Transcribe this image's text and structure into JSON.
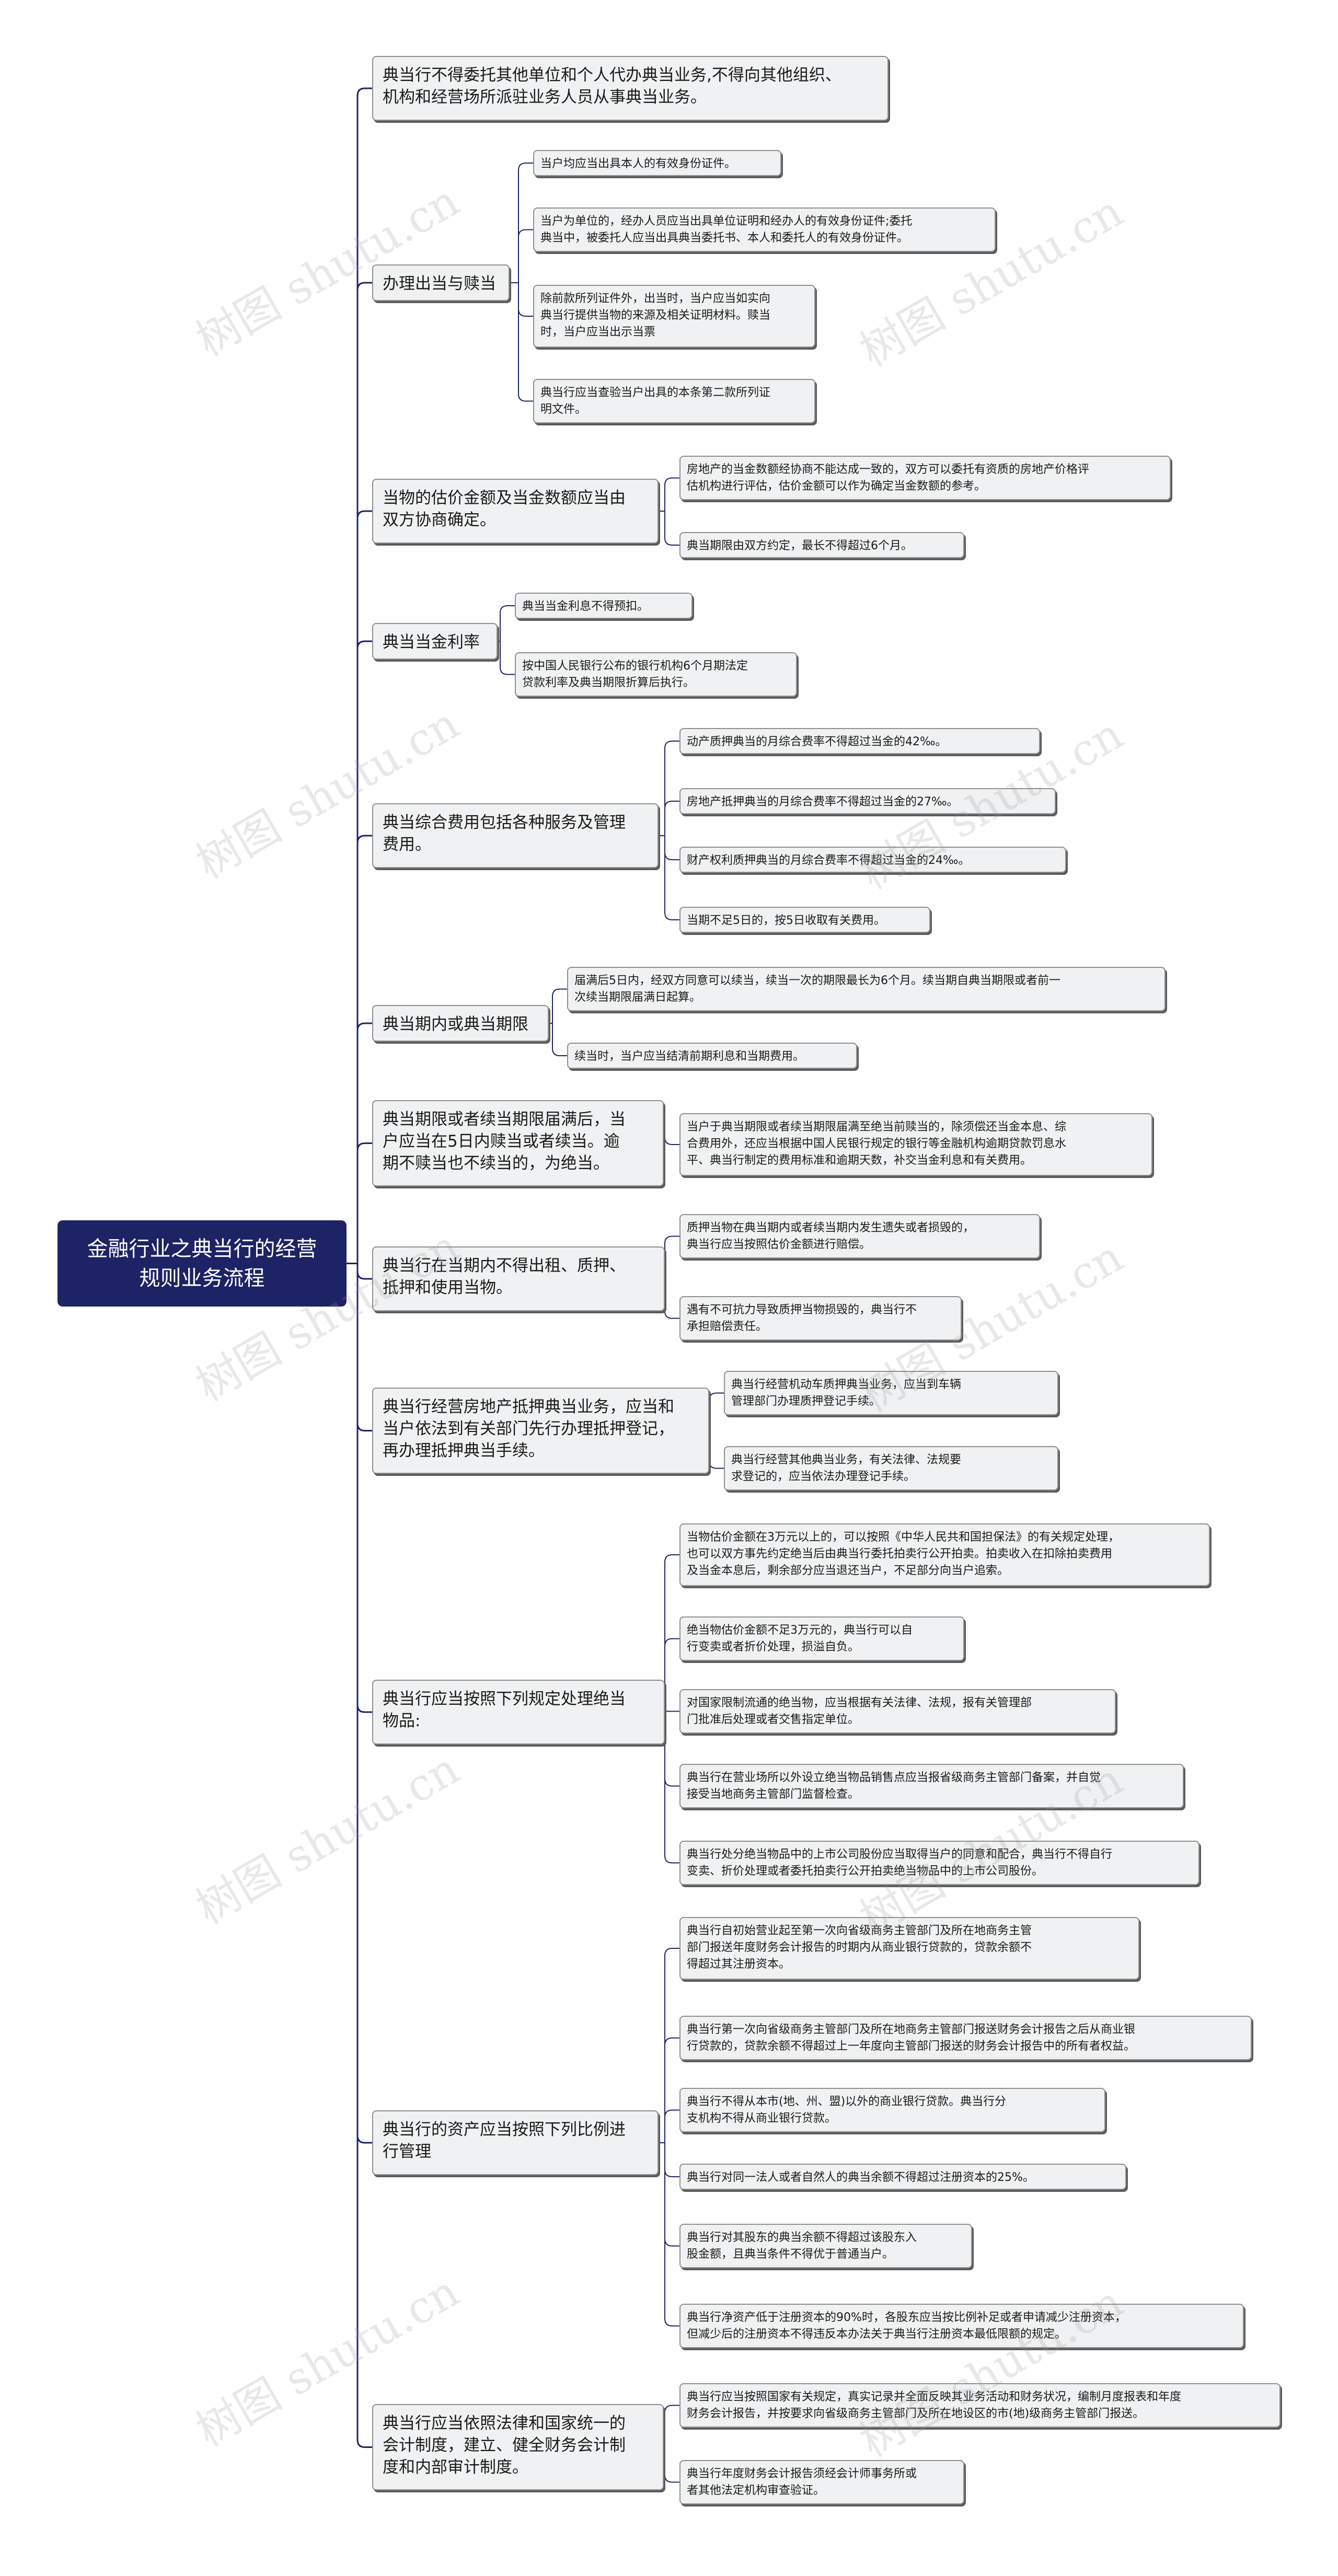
{
  "root": "金融行业之典当行的经营\n规则业务流程",
  "watermark": "树图 shutu.cn",
  "colors": {
    "root_bg": "#1d2364",
    "line": "#1d2364",
    "node_bg": "#f0f1f2"
  },
  "branches": [
    {
      "label": "典当行不得委托其他单位和个人代办典当业务,不得向其他组织、\n机构和经营场所派驻业务人员从事典当业务。",
      "children": []
    },
    {
      "label": "办理出当与赎当",
      "children": [
        "当户均应当出具本人的有效身份证件。",
        "当户为单位的，经办人员应当出具单位证明和经办人的有效身份证件;委托\n典当中，被委托人应当出具典当委托书、本人和委托人的有效身份证件。",
        "除前款所列证件外，出当时，当户应当如实向\n典当行提供当物的来源及相关证明材料。赎当\n时，当户应当出示当票",
        "典当行应当查验当户出具的本条第二款所列证\n明文件。"
      ]
    },
    {
      "label": "当物的估价金额及当金数额应当由\n双方协商确定。",
      "children": [
        "房地产的当金数额经协商不能达成一致的，双方可以委托有资质的房地产价格评\n估机构进行评估，估价金额可以作为确定当金数额的参考。",
        "典当期限由双方约定，最长不得超过6个月。"
      ]
    },
    {
      "label": "典当当金利率",
      "children": [
        "典当当金利息不得预扣。",
        "按中国人民银行公布的银行机构6个月期法定\n贷款利率及典当期限折算后执行。"
      ]
    },
    {
      "label": "典当综合费用包括各种服务及管理\n费用。",
      "children": [
        "动产质押典当的月综合费率不得超过当金的42‰。",
        "房地产抵押典当的月综合费率不得超过当金的27‰。",
        "财产权利质押典当的月综合费率不得超过当金的24‰。",
        "当期不足5日的，按5日收取有关费用。"
      ]
    },
    {
      "label": "典当期内或典当期限",
      "children": [
        "届满后5日内，经双方同意可以续当，续当一次的期限最长为6个月。续当期自典当期限或者前一\n次续当期限届满日起算。",
        "续当时，当户应当结清前期利息和当期费用。"
      ]
    },
    {
      "label": "典当期限或者续当期限届满后，当\n户应当在5日内赎当或者续当。逾\n期不赎当也不续当的，为绝当。",
      "children": [
        "当户于典当期限或者续当期限届满至绝当前赎当的，除须偿还当金本息、综\n合费用外，还应当根据中国人民银行规定的银行等金融机构逾期贷款罚息水\n平、典当行制定的费用标准和逾期天数，补交当金利息和有关费用。"
      ]
    },
    {
      "label": "典当行在当期内不得出租、质押、\n抵押和使用当物。",
      "children": [
        "质押当物在典当期内或者续当期内发生遗失或者损毁的，\n典当行应当按照估价金额进行赔偿。",
        "遇有不可抗力导致质押当物损毁的，典当行不\n承担赔偿责任。"
      ]
    },
    {
      "label": "典当行经营房地产抵押典当业务，应当和\n当户依法到有关部门先行办理抵押登记，\n再办理抵押典当手续。",
      "children": [
        "典当行经营机动车质押典当业务，应当到车辆\n管理部门办理质押登记手续。",
        "典当行经营其他典当业务，有关法律、法规要\n求登记的，应当依法办理登记手续。"
      ]
    },
    {
      "label": "典当行应当按照下列规定处理绝当\n物品:",
      "children": [
        "当物估价金额在3万元以上的，可以按照《中华人民共和国担保法》的有关规定处理，\n也可以双方事先约定绝当后由典当行委托拍卖行公开拍卖。拍卖收入在扣除拍卖费用\n及当金本息后，剩余部分应当退还当户，不足部分向当户追索。",
        "绝当物估价金额不足3万元的，典当行可以自\n行变卖或者折价处理，损溢自负。",
        "对国家限制流通的绝当物，应当根据有关法律、法规，报有关管理部\n门批准后处理或者交售指定单位。",
        "典当行在营业场所以外设立绝当物品销售点应当报省级商务主管部门备案，并自觉\n接受当地商务主管部门监督检查。",
        "典当行处分绝当物品中的上市公司股份应当取得当户的同意和配合，典当行不得自行\n变卖、折价处理或者委托拍卖行公开拍卖绝当物品中的上市公司股份。"
      ]
    },
    {
      "label": "典当行的资产应当按照下列比例进\n行管理",
      "children": [
        "典当行自初始营业起至第一次向省级商务主管部门及所在地商务主管\n部门报送年度财务会计报告的时期内从商业银行贷款的，贷款余额不\n得超过其注册资本。",
        "典当行第一次向省级商务主管部门及所在地商务主管部门报送财务会计报告之后从商业银\n行贷款的，贷款余额不得超过上一年度向主管部门报送的财务会计报告中的所有者权益。",
        "典当行不得从本市(地、州、盟)以外的商业银行贷款。典当行分\n支机构不得从商业银行贷款。",
        "典当行对同一法人或者自然人的典当余额不得超过注册资本的25%。",
        "典当行对其股东的典当余额不得超过该股东入\n股金额，且典当条件不得优于普通当户。",
        "典当行净资产低于注册资本的90%时，各股东应当按比例补足或者申请减少注册资本，\n但减少后的注册资本不得违反本办法关于典当行注册资本最低限额的规定。"
      ]
    },
    {
      "label": "典当行应当依照法律和国家统一的\n会计制度，建立、健全财务会计制\n度和内部审计制度。",
      "children": [
        "典当行应当按照国家有关规定，真实记录并全面反映其业务活动和财务状况，编制月度报表和年度\n财务会计报告，并按要求向省级商务主管部门及所在地设区的市(地)级商务主管部门报送。",
        "典当行年度财务会计报告须经会计师事务所或\n者其他法定机构审查验证。"
      ]
    }
  ]
}
